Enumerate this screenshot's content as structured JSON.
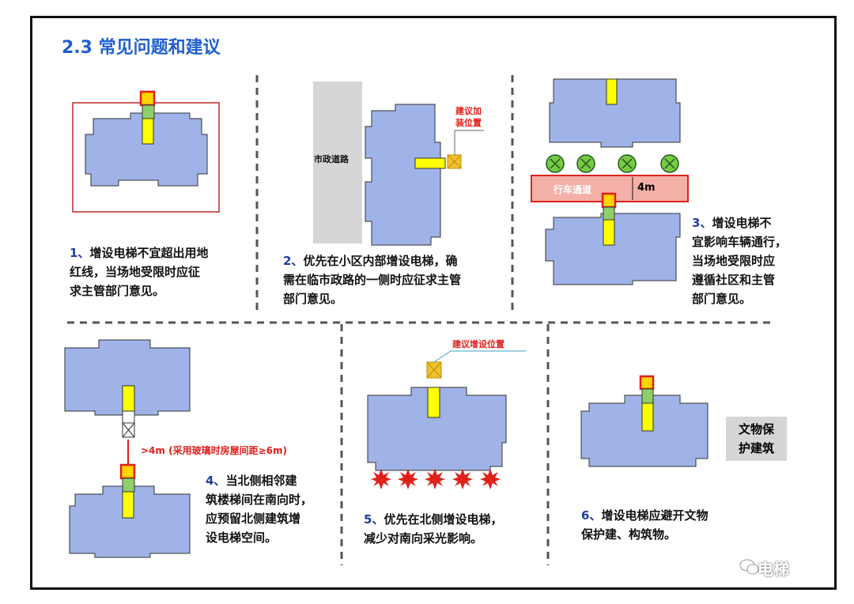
{
  "title": "2.3 常见问题和建议",
  "panels": [
    {
      "num": "1、",
      "lines": [
        "增设电梯不宜超出用地",
        "红线，当场地受限时应征",
        "求主管部门意见。"
      ]
    },
    {
      "num": "2、",
      "lines": [
        "优先在小区内部增设电梯，确",
        "需在临市政路的一侧时应征求主管",
        "部门意见。"
      ],
      "road_label": "市政道路",
      "suggest_label": [
        "建议加",
        "装位置"
      ]
    },
    {
      "num": "3、",
      "lines": [
        "增设电梯不",
        "宜影响车辆通行，",
        "当场地受限时应",
        "遵循社区和主管",
        "部门意见。"
      ],
      "lane_label": "行车通道",
      "distance_label": "4m"
    },
    {
      "num": "4、",
      "lines": [
        "当北侧相邻建",
        "筑楼梯间在南向时，",
        "应预留北侧建筑增",
        "设电梯空间。"
      ],
      "distance_label": ">4m (采用玻璃时房屋间距≥6m)"
    },
    {
      "num": "5、",
      "lines": [
        "优先在北侧增设电梯，",
        "减少对南向采光影响。"
      ],
      "suggest_label": "建议增设位置"
    },
    {
      "num": "6、",
      "lines": [
        "增设电梯应避开文物",
        "保护建、构筑物。"
      ],
      "heritage_label": [
        "文物保",
        "护建筑"
      ]
    }
  ],
  "watermark": "电梯",
  "colors": {
    "building": "#9fb3e8",
    "elevator": "#ffff00",
    "accent": "#e0201a",
    "title": "#1f5fd1",
    "green": "#8fcf6a"
  }
}
